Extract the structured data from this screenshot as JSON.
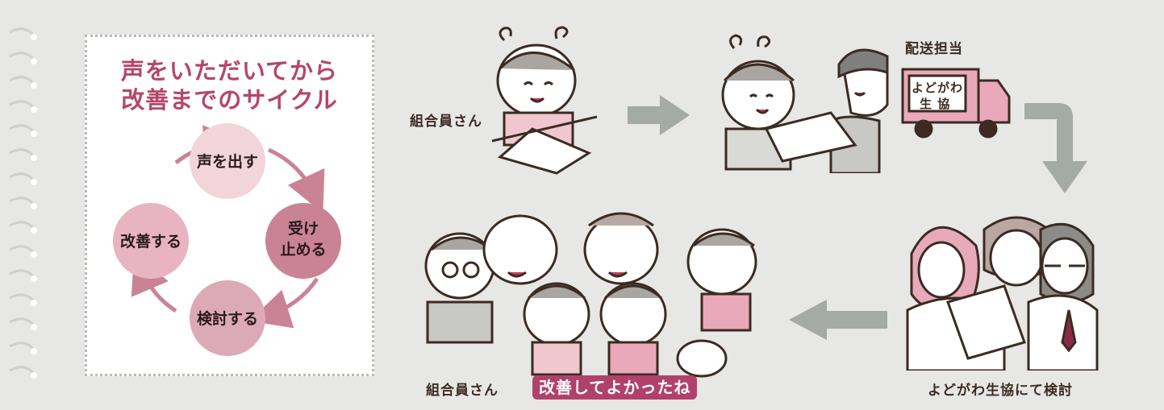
{
  "panel": {
    "title_line1": "声をいただいてから",
    "title_line2": "改善までのサイクル",
    "steps": [
      "声を出す",
      "受け",
      "止める",
      "検討する",
      "改善する"
    ]
  },
  "captions": {
    "member_top": "組合員さん",
    "delivery": "配送担当",
    "truck_line1": "よどがわ",
    "truck_line2": "生 協",
    "review": "よどがわ生協にて検討",
    "member_bottom": "組合員さん",
    "banner": "改善してよかったね"
  },
  "colors": {
    "title": "#b44767",
    "circle_light": "#f1d5db",
    "circle_mid": "#dcaab7",
    "circle_dark": "#c98395",
    "arrow_gray": "#a4aaa4",
    "banner": "#b0416b"
  }
}
